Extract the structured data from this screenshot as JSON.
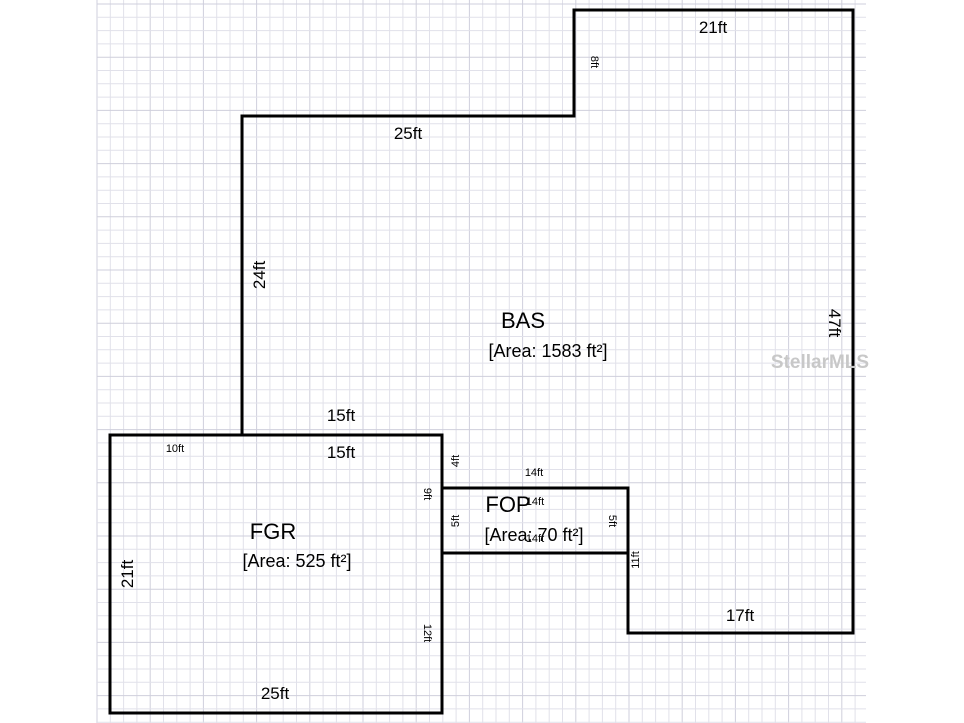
{
  "grid": {
    "minor_color": "#e1e1ea",
    "major_color": "#cfcfdc"
  },
  "line_color": "#000000",
  "watermark": "StellarMLS",
  "rooms": {
    "bas": {
      "label": "BAS",
      "area": "[Area: 1583 ft²]"
    },
    "fgr": {
      "label": "FGR",
      "area": "[Area: 525 ft²]"
    },
    "fop": {
      "label": "FOP",
      "area": "[Area: 70 ft²]"
    }
  },
  "dimensions": {
    "bas_top": "21ft",
    "bas_notch": "8ft",
    "bas_upper": "25ft",
    "bas_left": "24ft",
    "bas_right": "47ft",
    "bas_bottom": "17ft",
    "bas_inner_right": "11ft",
    "bas_above_fgr": "15ft",
    "bas_step": "4ft",
    "fgr_top_inner": "15ft",
    "fgr_top_left": "10ft",
    "fgr_left": "21ft",
    "fgr_bottom": "25ft",
    "fgr_right_upper": "9ft",
    "fgr_right_lower": "12ft",
    "fop_top": "14ft",
    "fop_top_inner": "14ft",
    "fop_bottom_inner": "14ft",
    "fop_left": "5ft",
    "fop_right": "5ft"
  }
}
